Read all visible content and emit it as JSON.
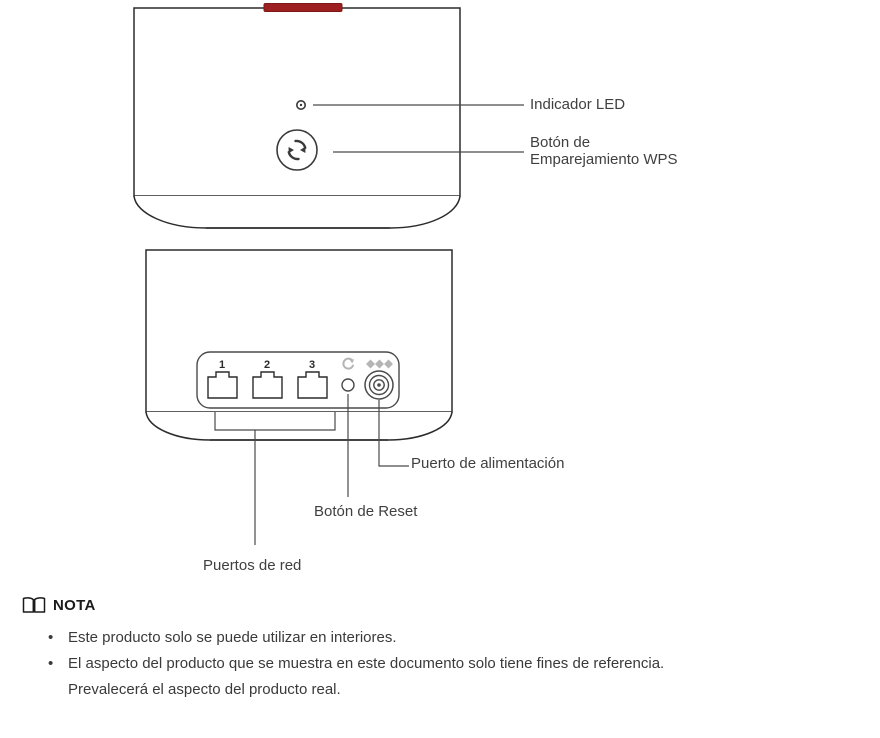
{
  "document": {
    "language": "es",
    "kind": "product-hardware-diagram"
  },
  "colors": {
    "outline": "#2b2b2b",
    "leader_line": "#4a4a4a",
    "text": "#404040",
    "accent_red": "#9e1f1f",
    "port_icon_gray": "#b5b5b5",
    "background": "#ffffff"
  },
  "devices": {
    "top_view": {
      "name": "front-view",
      "accent_strip": "#9e1f1f",
      "features": [
        {
          "id": "led",
          "icon": "led-indicator-icon"
        },
        {
          "id": "wps",
          "icon": "wps-pairing-icon"
        }
      ]
    },
    "bottom_view": {
      "name": "rear-view",
      "port_panel": {
        "ethernet_port_labels": [
          "1",
          "2",
          "3"
        ],
        "reset_symbol": "reset-arrow-icon",
        "power_symbol": "power-diamonds-icon",
        "reset_button": "reset-pinhole-icon",
        "power_jack": "power-jack-icon"
      }
    }
  },
  "callouts": {
    "led": {
      "label": "Indicador LED"
    },
    "wps": {
      "line1": "Botón de",
      "line2": "Emparejamiento WPS"
    },
    "power_port": {
      "label": "Puerto de alimentación"
    },
    "reset_button": {
      "label": "Botón de Reset"
    },
    "network_ports": {
      "label": "Puertos de red"
    }
  },
  "note": {
    "icon": "open-book-icon",
    "title": "NOTA",
    "bullet_char": "•",
    "items": [
      "Este producto solo se puede utilizar en interiores.",
      "El aspecto del producto que se muestra en este documento solo tiene fines de referencia.\nPrevalecerá el aspecto del producto real."
    ]
  }
}
